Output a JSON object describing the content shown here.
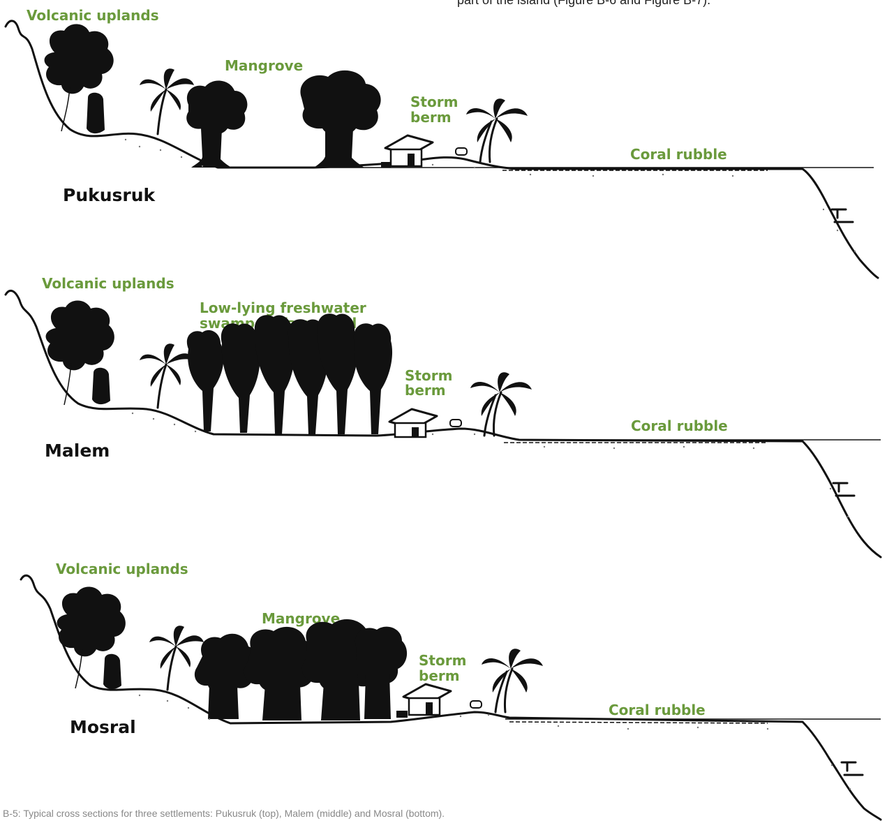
{
  "top_note": "part of the island (Figure B-6 and Figure B-7).",
  "caption": "B-5: Typical cross sections for three settlements: Pukusruk (top), Malem (middle) and Mosral (bottom).",
  "colors": {
    "label_green": "#6a9a3c",
    "ink": "#111111",
    "caption_grey": "#888888"
  },
  "panels": [
    {
      "site": "Pukusruk",
      "labels": {
        "uplands": "Volcanic uplands",
        "vegetation": [
          "Mangrove"
        ],
        "berm": [
          "Storm",
          "berm"
        ],
        "rubble": "Coral rubble"
      }
    },
    {
      "site": "Malem",
      "labels": {
        "uplands": "Volcanic uplands",
        "vegetation": [
          "Low-lying freshwater",
          "swamp or farm land"
        ],
        "berm": [
          "Storm",
          "berm"
        ],
        "rubble": "Coral rubble"
      }
    },
    {
      "site": "Mosral",
      "labels": {
        "uplands": "Volcanic uplands",
        "vegetation": [
          "Mangrove"
        ],
        "berm": [
          "Storm",
          "berm"
        ],
        "rubble": "Coral rubble"
      }
    }
  ]
}
